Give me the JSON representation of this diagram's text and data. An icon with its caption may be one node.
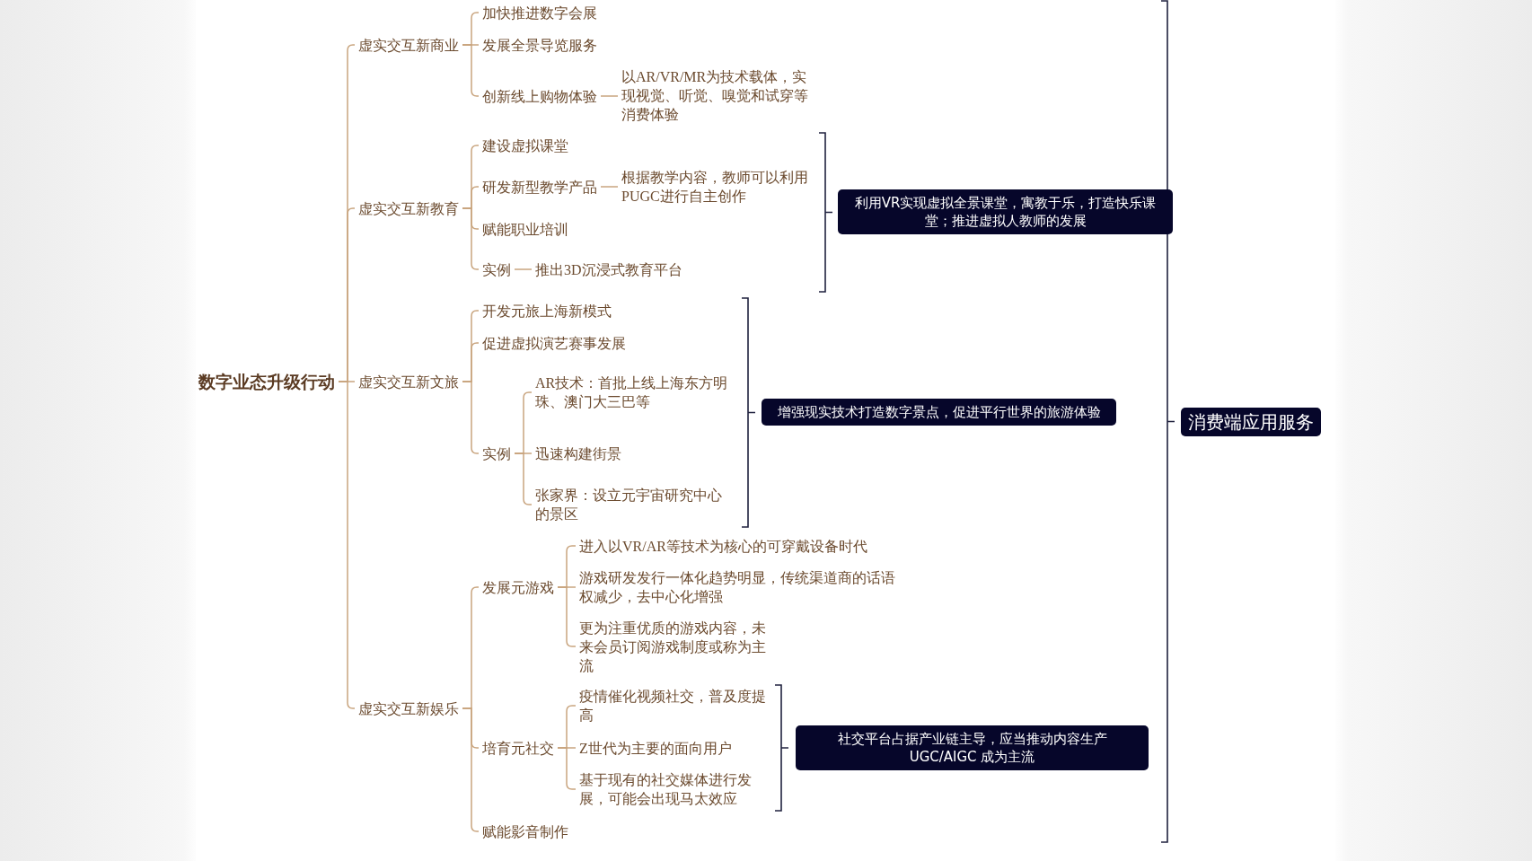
{
  "diagram": {
    "nodes": [
      {
        "text": [
          "数字业态升级行动"
        ]
      },
      {
        "text": [
          "虚实交互新商业"
        ]
      },
      {
        "text": [
          "加快推进数字会展"
        ]
      },
      {
        "text": [
          "发展全景导览服务"
        ]
      },
      {
        "text": [
          "创新线上购物体验"
        ]
      },
      {
        "text": [
          "以AR/VR/MR为技术载体，实现视觉、听觉、嗅觉和试穿等消费体验"
        ]
      },
      {
        "text": [
          "虚实交互新教育"
        ]
      },
      {
        "text": [
          "建设虚拟课堂"
        ]
      },
      {
        "text": [
          "研发新型教学产品"
        ]
      },
      {
        "text": [
          "根据教学内容，教师可以利用PUGC进行自主创作"
        ]
      },
      {
        "text": [
          "赋能职业培训"
        ]
      },
      {
        "text": [
          "实例"
        ]
      },
      {
        "text": [
          "推出3D沉浸式教育平台"
        ]
      },
      {
        "text": [
          "虚实交互新文旅"
        ]
      },
      {
        "text": [
          "开发元旅上海新模式"
        ]
      },
      {
        "text": [
          "促进虚拟演艺赛事发展"
        ]
      },
      {
        "text": [
          "实例"
        ]
      },
      {
        "text": [
          "AR技术：首批上线上海东方明珠、澳门大三巴等"
        ]
      },
      {
        "text": [
          "迅速构建街景"
        ]
      },
      {
        "text": [
          "张家界：设立元宇宙研究中心的景区"
        ]
      },
      {
        "text": [
          "虚实交互新娱乐"
        ]
      },
      {
        "text": [
          "发展元游戏"
        ]
      },
      {
        "text": [
          "进入以VR/AR等技术为核心的可穿戴设备时代"
        ]
      },
      {
        "text": [
          "游戏研发发行一体化趋势明显，传统渠道商的话语权减少，去中心化增强"
        ]
      },
      {
        "text": [
          "更为注重优质的游戏内容，未来会员订阅游戏制度或称为主流"
        ]
      },
      {
        "text": [
          "培育元社交"
        ]
      },
      {
        "text": [
          "疫情催化视频社交，普及度提高"
        ]
      },
      {
        "text": [
          "Z世代为主要的面向用户"
        ]
      },
      {
        "text": [
          "基于现有的社交媒体进行发展，可能会出现马太效应"
        ]
      },
      {
        "text": [
          "赋能影音制作"
        ]
      },
      {
        "text": [
          "利用VR实现虚拟全景课堂，寓教于乐，打造快乐课堂；推进虚拟人教师的发展"
        ]
      },
      {
        "text": [
          "增强现实技术打造数字景点，促进平行世界的旅游体验"
        ]
      },
      {
        "text": [
          "社交平台占据产业链主导，应当推动内容生产UGC/AIGC 成为主流"
        ]
      },
      {
        "text": [
          "消费端应用服务"
        ]
      }
    ],
    "edges": [
      {
        "from": 0,
        "to": 1,
        "arrow": "none"
      },
      {
        "from": 0,
        "to": 6,
        "arrow": "none"
      },
      {
        "from": 0,
        "to": 13,
        "arrow": "none"
      },
      {
        "from": 0,
        "to": 20,
        "arrow": "none"
      },
      {
        "from": 1,
        "to": 2,
        "arrow": "none"
      },
      {
        "from": 1,
        "to": 3,
        "arrow": "none"
      },
      {
        "from": 1,
        "to": 4,
        "arrow": "none"
      },
      {
        "from": 4,
        "to": 5,
        "arrow": "none"
      },
      {
        "from": 6,
        "to": 7,
        "arrow": "none"
      },
      {
        "from": 6,
        "to": 8,
        "arrow": "none"
      },
      {
        "from": 6,
        "to": 10,
        "arrow": "none"
      },
      {
        "from": 6,
        "to": 11,
        "arrow": "none"
      },
      {
        "from": 8,
        "to": 9,
        "arrow": "none"
      },
      {
        "from": 11,
        "to": 12,
        "arrow": "none"
      },
      {
        "from": 13,
        "to": 14,
        "arrow": "none"
      },
      {
        "from": 13,
        "to": 15,
        "arrow": "none"
      },
      {
        "from": 13,
        "to": 16,
        "arrow": "none"
      },
      {
        "from": 16,
        "to": 17,
        "arrow": "none"
      },
      {
        "from": 16,
        "to": 18,
        "arrow": "none"
      },
      {
        "from": 16,
        "to": 19,
        "arrow": "none"
      },
      {
        "from": 20,
        "to": 21,
        "arrow": "none"
      },
      {
        "from": 20,
        "to": 25,
        "arrow": "none"
      },
      {
        "from": 20,
        "to": 29,
        "arrow": "none"
      },
      {
        "from": 21,
        "to": 22,
        "arrow": "none"
      },
      {
        "from": 21,
        "to": 23,
        "arrow": "none"
      },
      {
        "from": 21,
        "to": 24,
        "arrow": "none"
      },
      {
        "from": 25,
        "to": 26,
        "arrow": "none"
      },
      {
        "from": 25,
        "to": 27,
        "arrow": "none"
      },
      {
        "from": 25,
        "to": 28,
        "arrow": "none"
      }
    ]
  }
}
